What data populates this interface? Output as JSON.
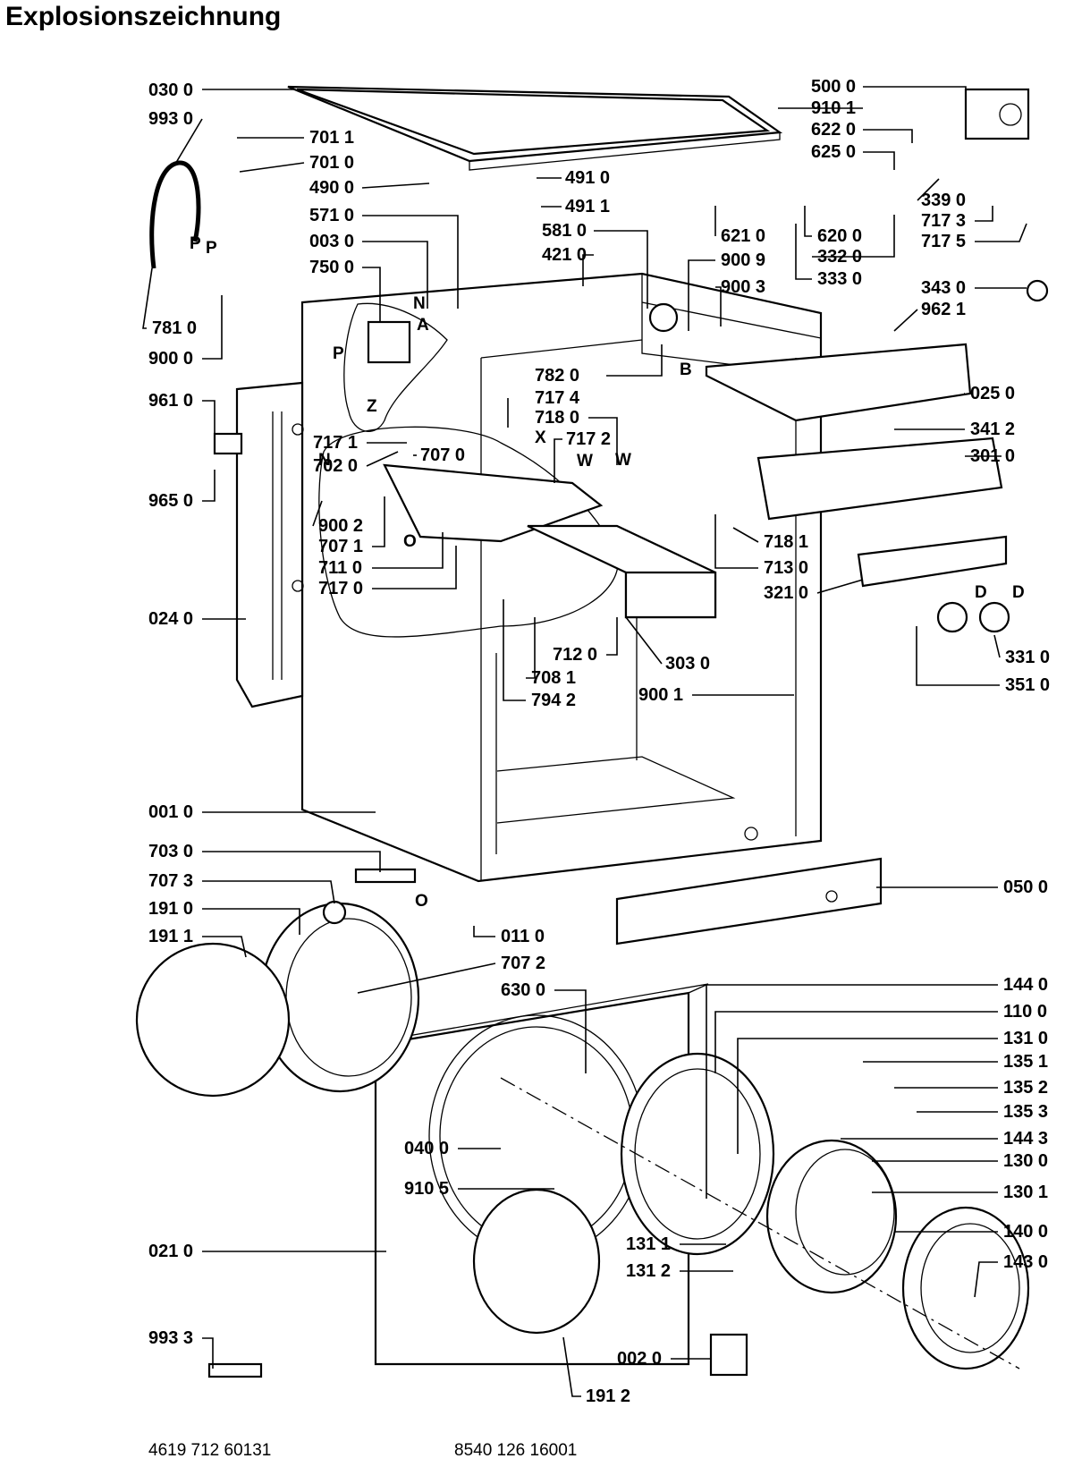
{
  "title": "Explosionszeichnung",
  "footer": {
    "left_code": "4619  712  60131",
    "center_code": "8540 126 16001"
  },
  "part_labels": [
    "030 0",
    "993 0",
    "701 1",
    "701 0",
    "490 0",
    "491 0",
    "491 1",
    "571 0",
    "003 0",
    "750 0",
    "581 0",
    "421 0",
    "781 0",
    "900 0",
    "961 0",
    "965 0",
    "717 1",
    "702 0",
    "707 0",
    "782 0",
    "717 4",
    "718 0",
    "717 2",
    "900 2",
    "707 1",
    "711 0",
    "717 0",
    "024 0",
    "712 0",
    "708 1",
    "794 2",
    "303 0",
    "900 1",
    "001 0",
    "703 0",
    "707 3",
    "191 0",
    "191 1",
    "011 0",
    "707 2",
    "630 0",
    "050 0",
    "040 0",
    "910 5",
    "021 0",
    "993 3",
    "131 1",
    "131 2",
    "002 0",
    "191 2",
    "500 0",
    "910 1",
    "622 0",
    "625 0",
    "621 0",
    "620 0",
    "339 0",
    "717 3",
    "717 5",
    "332 0",
    "333 0",
    "900 9",
    "900 3",
    "343 0",
    "962 1",
    "025 0",
    "341 2",
    "301 0",
    "718 1",
    "713 0",
    "321 0",
    "331 0",
    "351 0",
    "144 0",
    "110 0",
    "131 0",
    "135 1",
    "135 2",
    "135 3",
    "144 3",
    "130 0",
    "130 1",
    "140 0",
    "143 0"
  ],
  "letter_callouts": [
    "P",
    "P",
    "N",
    "N",
    "A",
    "P",
    "Z",
    "B",
    "X",
    "W",
    "W",
    "O",
    "O",
    "D",
    "D"
  ]
}
